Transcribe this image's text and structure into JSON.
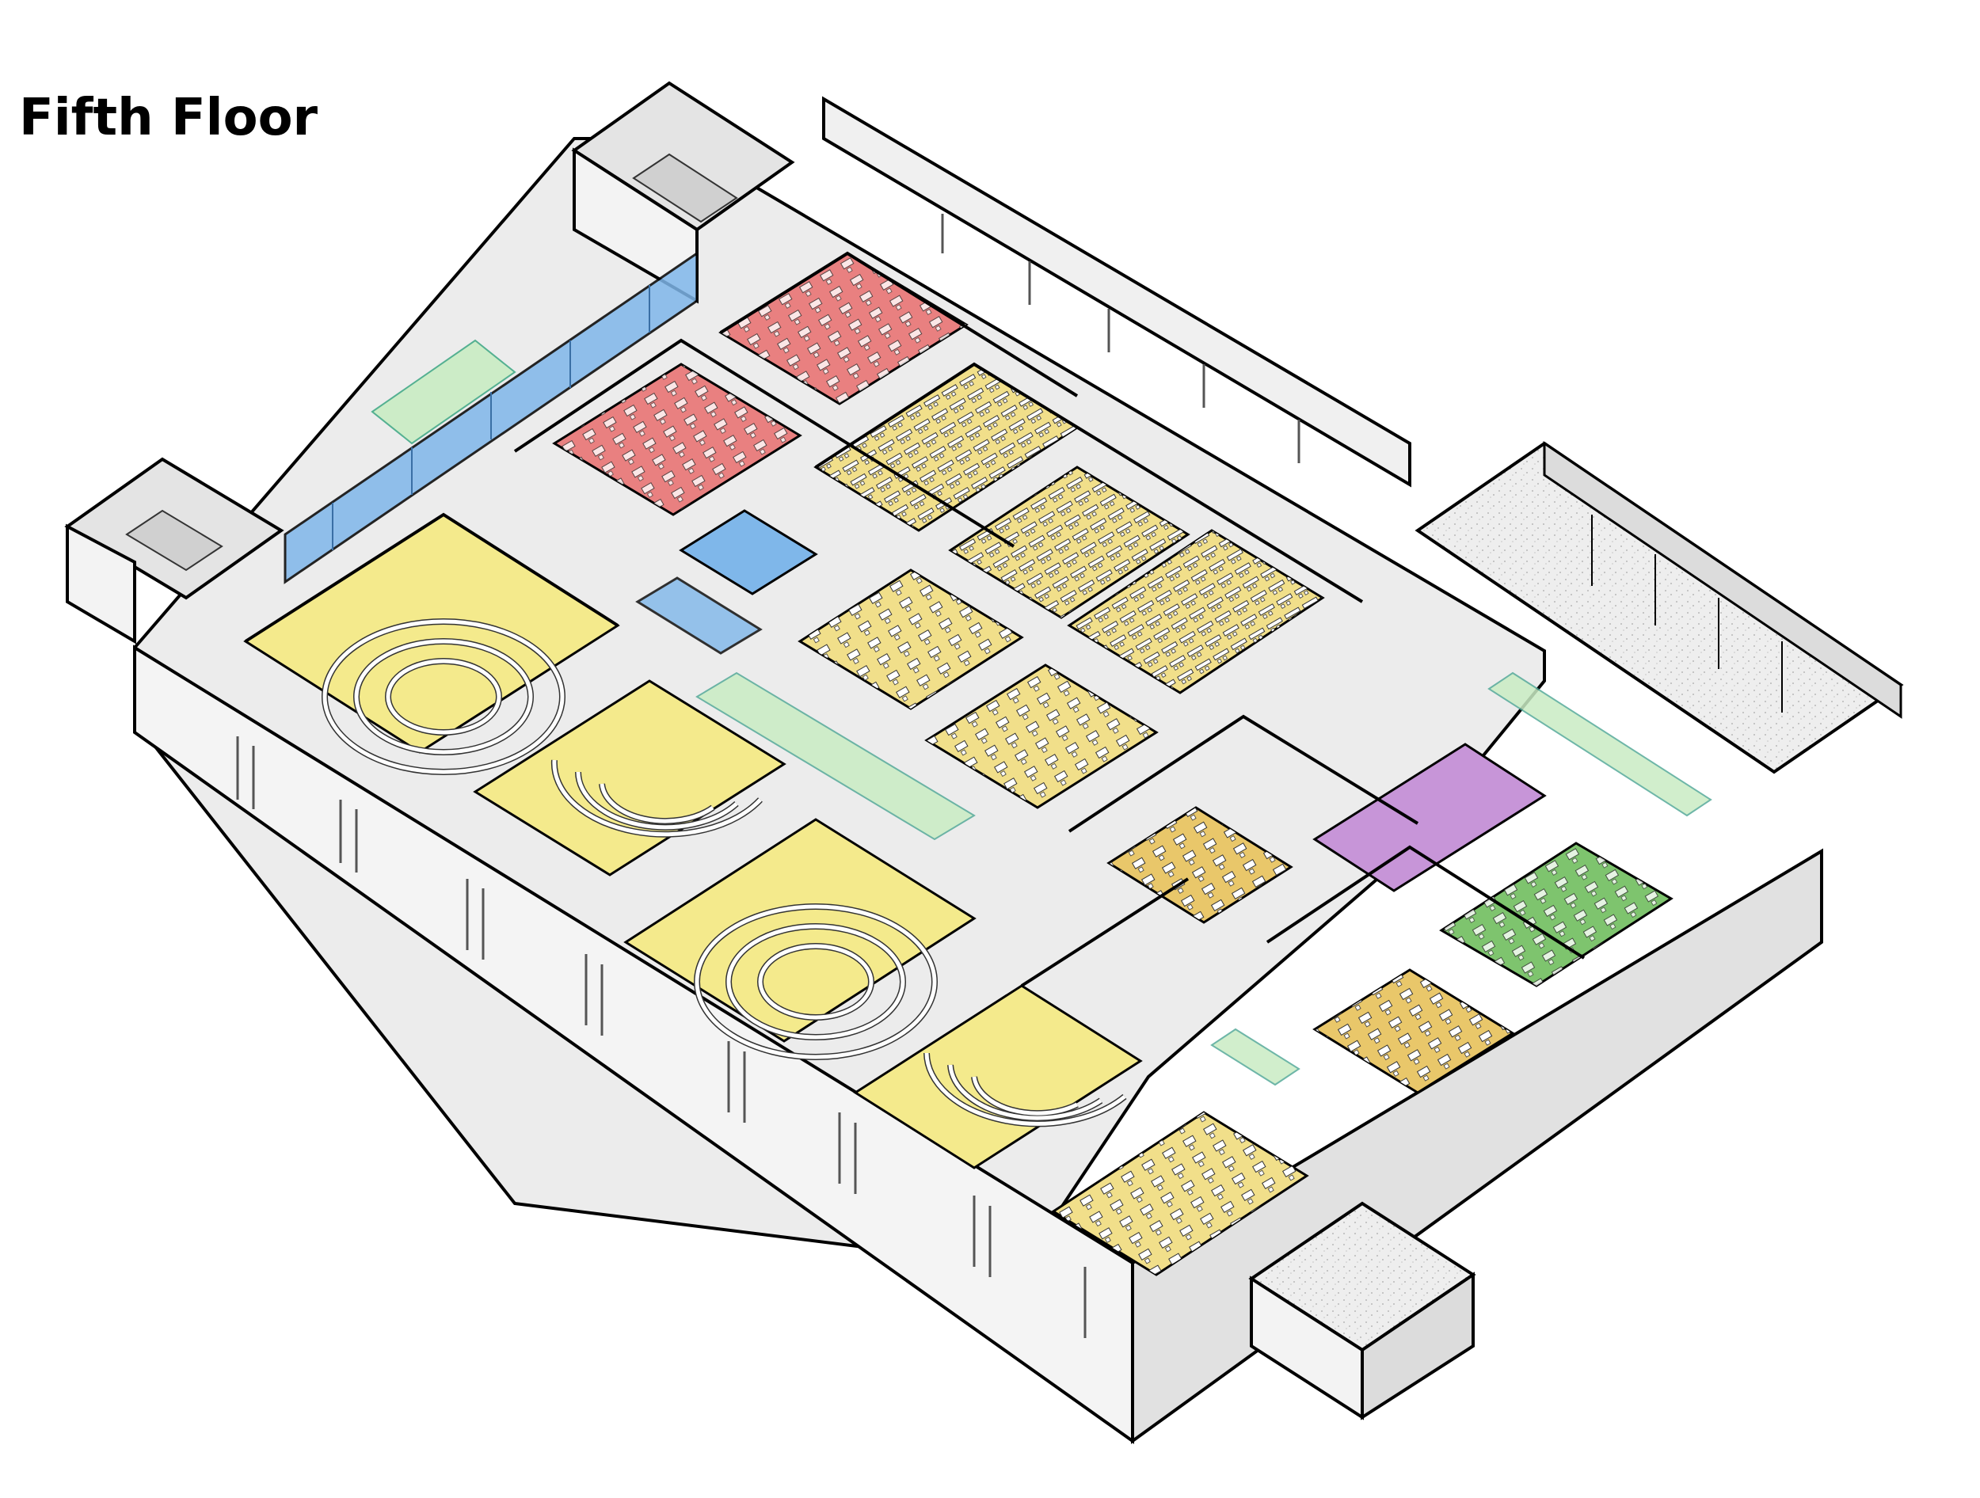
{
  "title": "Fifth Floor",
  "colors": {
    "wall_top": "#f2f2f2",
    "wall_side": "#dcdcdc",
    "floor": "#e9e9e9",
    "lecture_yellow": "#f4ea8c",
    "classroom_yellow": "#f1df8a",
    "seminar_gold": "#e9c76a",
    "lab_red": "#e98080",
    "lounge_blue": "#7fb7ea",
    "studio_purple": "#c795d8",
    "lab_green": "#7ec46e",
    "glass_green": "#c9ecc4",
    "outline": "#000000"
  },
  "rooms": [
    {
      "id": "lecture-hall-1",
      "type": "lecture",
      "color": "lecture_yellow"
    },
    {
      "id": "lecture-hall-2",
      "type": "lecture",
      "color": "lecture_yellow"
    },
    {
      "id": "lecture-hall-3",
      "type": "lecture",
      "color": "lecture_yellow"
    },
    {
      "id": "lecture-hall-4",
      "type": "lecture",
      "color": "lecture_yellow"
    },
    {
      "id": "classroom-1",
      "type": "classroom",
      "color": "classroom_yellow"
    },
    {
      "id": "classroom-2",
      "type": "classroom",
      "color": "classroom_yellow"
    },
    {
      "id": "classroom-3",
      "type": "classroom",
      "color": "classroom_yellow"
    },
    {
      "id": "classroom-4",
      "type": "classroom",
      "color": "classroom_yellow"
    },
    {
      "id": "classroom-5",
      "type": "classroom",
      "color": "classroom_yellow"
    },
    {
      "id": "classroom-6",
      "type": "classroom",
      "color": "classroom_yellow"
    },
    {
      "id": "lab-red-1",
      "type": "lab",
      "color": "lab_red"
    },
    {
      "id": "lab-red-2",
      "type": "lab",
      "color": "lab_red"
    },
    {
      "id": "seminar-1",
      "type": "seminar",
      "color": "seminar_gold"
    },
    {
      "id": "seminar-2",
      "type": "seminar",
      "color": "seminar_gold"
    },
    {
      "id": "studio",
      "type": "studio",
      "color": "studio_purple"
    },
    {
      "id": "lab-green",
      "type": "lab",
      "color": "lab_green"
    },
    {
      "id": "lounge",
      "type": "lounge",
      "color": "lounge_blue"
    }
  ]
}
